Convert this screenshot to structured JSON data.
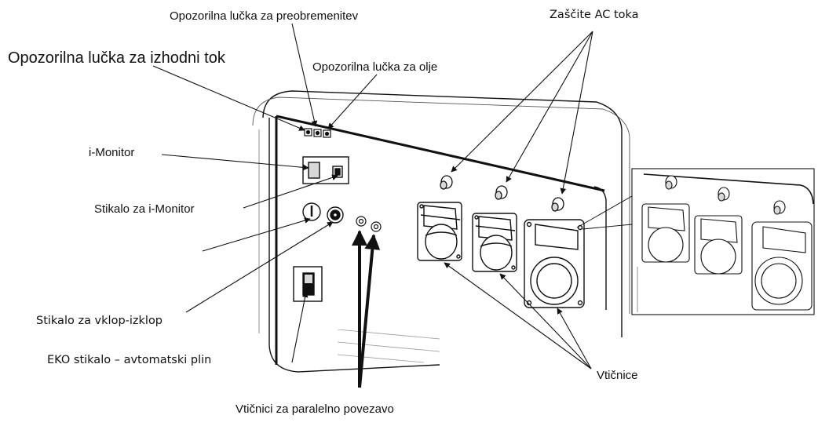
{
  "labels": {
    "overload_light": "Opozorilna lučka za preobremenitev",
    "output_light": "Opozorilna lučka za izhodni tok",
    "oil_light": "Opozorilna lučka za olje",
    "i_monitor": "i-Monitor",
    "i_monitor_switch": "Stikalo za i-Monitor",
    "power_switch": "Stikalo za vklop-izklop",
    "eco_switch": "EKO stikalo – avtomatski plin",
    "parallel_sockets": "Vtičnici za paralelno povezavo",
    "ac_protection": "Zaščite AC toka",
    "outlets": "Vtičnice"
  },
  "colors": {
    "line": "#111111",
    "panel": "#ffffff",
    "shade": "#d8d8d8"
  }
}
